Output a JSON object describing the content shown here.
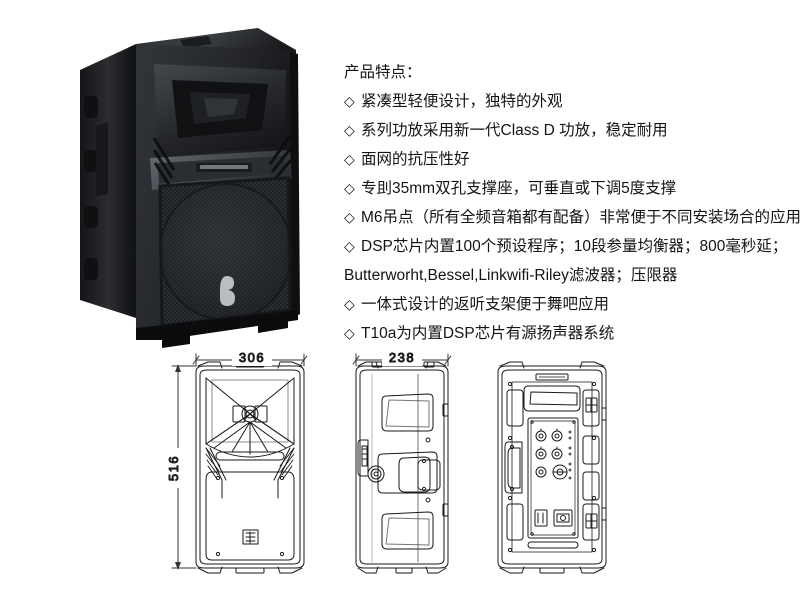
{
  "product": {
    "photo_alt": "black-plastic-loudspeaker-cabinet-three-quarter-view",
    "logo_glyph": "β"
  },
  "features": {
    "title": "产品特点：",
    "bullet_glyph": "◇",
    "items": [
      "紧凑型轻便设计，独特的外观",
      "系列功放采用新一代Class D 功放，稳定耐用",
      "面网的抗压性好",
      "专刞35mm双孔支撑座，可垂直或下调5度支撑",
      "M6吊点（所有全频音箱都有配备）非常便于不同安装场合的应用",
      "DSP芯片内置100个预设程序；10段参量均衡器；800毫秒延；"
    ],
    "continuation_line": "Butterworht,Bessel,Linkwifi-Riley滤波器；压限器",
    "items_after": [
      "一体式设计的返听支架便于舞吧应用",
      "T10a为内置DSP芯片有源扬声器系统"
    ]
  },
  "drawings": {
    "front": {
      "label": "front-view",
      "width_dim": "306",
      "height_dim": "516"
    },
    "side": {
      "label": "side-view",
      "depth_dim": "238"
    },
    "rear": {
      "label": "rear-view"
    }
  },
  "colors": {
    "background": "#ffffff",
    "text": "#141414",
    "line": "#1a1a1a",
    "dimension": "#333333"
  }
}
